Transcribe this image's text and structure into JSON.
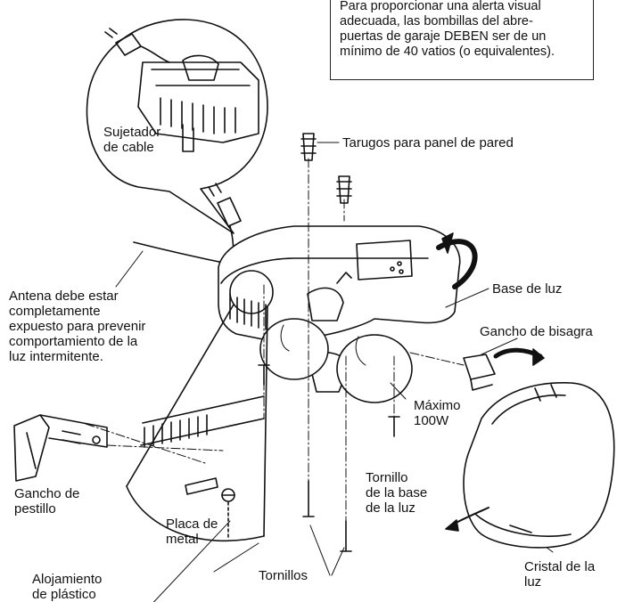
{
  "warning": {
    "lines": [
      "Para proporcionar una alerta visual",
      "adecuada, las bombillas del abre-",
      "puertas de garaje DEBEN ser de un",
      "mínimo de 40 vatios (o equivalentes)."
    ]
  },
  "labels": {
    "cable_clamp": [
      "Sujetador",
      "de cable"
    ],
    "wall_anchors": "Tarugos para panel de pared",
    "antenna": [
      "Antena debe estar",
      "completamente",
      "expuesto para prevenir",
      "comportamiento de la",
      "luz intermitente."
    ],
    "light_base": "Base de luz",
    "hinge_hook": "Gancho de bisagra",
    "max_watt": [
      "Máximo",
      "100W"
    ],
    "base_screw": [
      "Tornillo",
      "de la base",
      "de la luz"
    ],
    "latch_hook": [
      "Gancho de",
      "pestillo"
    ],
    "metal_plate": [
      "Placa de",
      "metal"
    ],
    "screws": "Tornillos",
    "plastic_housing": [
      "Alojamiento",
      "de plástico"
    ],
    "light_lens": [
      "Cristal de la",
      "luz"
    ]
  }
}
